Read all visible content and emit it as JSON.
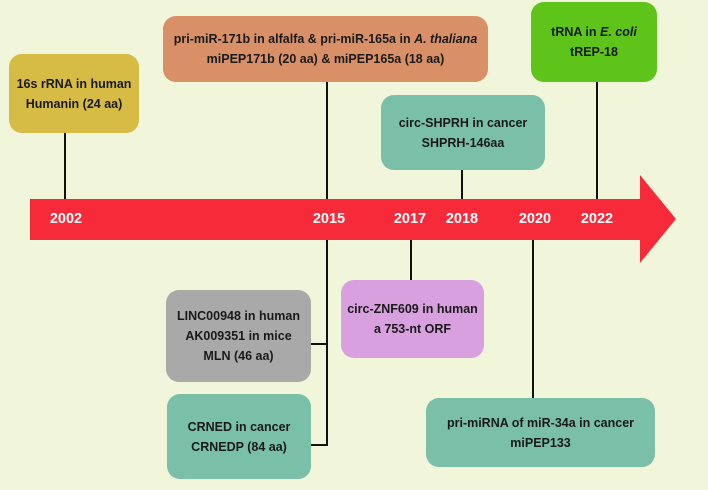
{
  "colors": {
    "background": "#f1f5d9",
    "arrow": "#f72a3a",
    "year_text": "#ffffff",
    "box_yellow": "#d6bb45",
    "box_orange": "#d99067",
    "box_green": "#5ec419",
    "box_teal": "#7abfa8",
    "box_grey": "#a8a9a8",
    "box_pink": "#d9a0e0"
  },
  "timeline": {
    "years": [
      "2002",
      "2015",
      "2017",
      "2018",
      "2020",
      "2022"
    ]
  },
  "boxes": {
    "y2002": {
      "line1": "16s rRNA in human",
      "line2": "Humanin (24 aa)"
    },
    "y2015_top": {
      "line1_part1": "pri-miR-171b in alfalfa & pri-miR-165a in ",
      "line1_italic": "A. thaliana",
      "line2": "miPEP171b (20 aa) & miPEP165a (18 aa)"
    },
    "y2018": {
      "line1": "circ-SHPRH  in cancer",
      "line2": "SHPRH-146aa"
    },
    "y2022": {
      "line1_part1": "tRNA in ",
      "line1_italic": "E. coli",
      "line2": "tREP-18"
    },
    "y2015_linc": {
      "line1": "LINC00948 in human",
      "line2": "AK009351 in mice",
      "line3": "MLN (46 aa)"
    },
    "y2015_crned": {
      "line1": "CRNED in cancer",
      "line2": "CRNEDP (84 aa)"
    },
    "y2017": {
      "line1": "circ-ZNF609 in human",
      "line2": "a 753-nt ORF"
    },
    "y2020": {
      "line1": "pri-miRNA  of miR-34a  in cancer",
      "line2": "miPEP133"
    }
  }
}
